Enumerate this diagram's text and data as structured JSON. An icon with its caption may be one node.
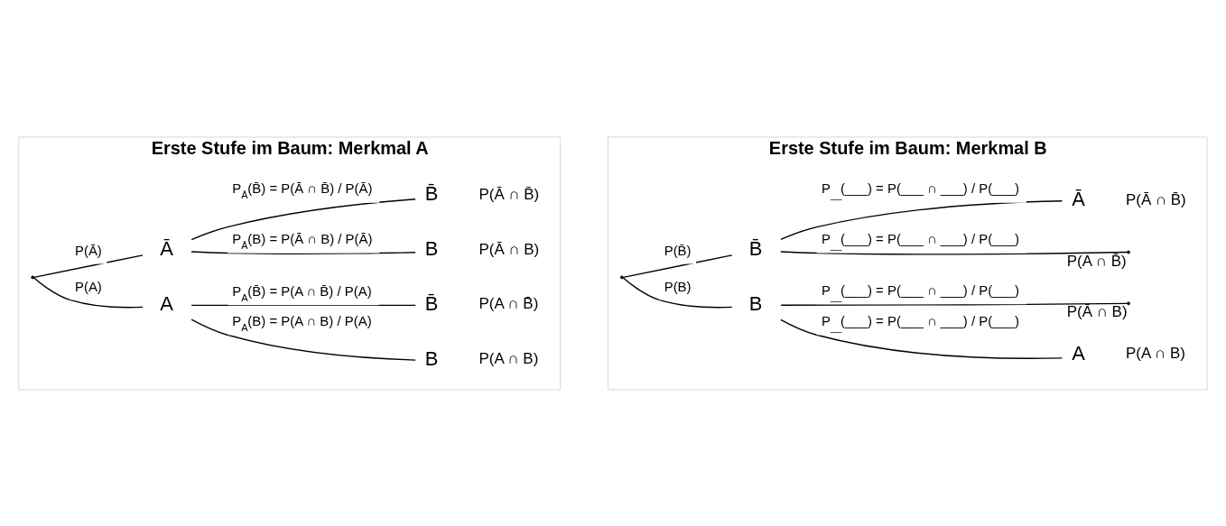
{
  "diagram": {
    "nodes": [
      {
        "text": [
          "Erste Stufe im Baum: Merkmal A"
        ]
      },
      {
        "text": [],
        "shape": "point",
        "in": 0
      },
      {
        "text": [
          "A"
        ],
        "in": 0
      },
      {
        "text": [
          "Ā"
        ],
        "in": 0
      },
      {
        "text": [
          "B"
        ],
        "beside": [
          "P(A ∩ B)"
        ],
        "in": 0
      },
      {
        "text": [
          "B̄"
        ],
        "beside": [
          "P(A ∩ B̄)"
        ],
        "in": 0
      },
      {
        "text": [
          "B"
        ],
        "beside": [
          "P(Ā ∩ B)"
        ],
        "in": 0
      },
      {
        "text": [
          "B̄"
        ],
        "beside": [
          "P(Ā ∩ B̄)"
        ],
        "in": 0
      },
      {
        "text": [
          "Erste Stufe im Baum: Merkmal B"
        ]
      },
      {
        "text": [],
        "shape": "point",
        "in": 8
      },
      {
        "text": [
          "B"
        ],
        "in": 8
      },
      {
        "text": [
          "B̄"
        ],
        "in": 8
      },
      {
        "text": [
          "A"
        ],
        "beside": [
          "P(A ∩ B)"
        ],
        "in": 8
      },
      {
        "text": [],
        "shape": "point",
        "beside": [
          "P(Ā ∩ B)"
        ],
        "in": 8
      },
      {
        "text": [],
        "shape": "point",
        "beside": [
          "P(A ∩ B̄)"
        ],
        "in": 8
      },
      {
        "text": [
          "Ā"
        ],
        "beside": [
          "P(Ā ∩ B̄)"
        ],
        "in": 8
      }
    ],
    "edges": [
      {
        "from": 1,
        "to": 2,
        "arrow": "none",
        "label": "P(A)"
      },
      {
        "from": 1,
        "to": 3,
        "arrow": "none",
        "label": "P(Ā)"
      },
      {
        "from": 2,
        "to": 4,
        "arrow": "none",
        "label": "P$_{A}$(B) = P(A ∩ B) / P(A)"
      },
      {
        "from": 2,
        "to": 5,
        "arrow": "none",
        "label": "P$_{A}$(B̄) = P(A ∩ B̄) / P(A)"
      },
      {
        "from": 3,
        "to": 6,
        "arrow": "none",
        "label": "P$_{Ā}$(B) = P(Ā ∩ B) / P(Ā)"
      },
      {
        "from": 3,
        "to": 7,
        "arrow": "none",
        "label": "P$_{Ā}$(B̄) = P(Ā ∩ B̄) / P(Ā)"
      },
      {
        "from": 9,
        "to": 10,
        "arrow": "none",
        "label": "P(B)"
      },
      {
        "from": 9,
        "to": 11,
        "arrow": "none",
        "label": "P(B̄)"
      },
      {
        "from": 10,
        "to": 12,
        "arrow": "none",
        "label": "P$_{__}$(___) = P(___ ∩ ___) / P(___)"
      },
      {
        "from": 10,
        "to": 13,
        "arrow": "none",
        "label": "P$_{__}$(___) = P(___ ∩ ___) / P(___)"
      },
      {
        "from": 11,
        "to": 14,
        "arrow": "none",
        "label": "P$_{__}$(___) = P(___ ∩ ___) / P(___)"
      },
      {
        "from": 11,
        "to": 15,
        "arrow": "none",
        "label": "P$_{__}$(___) = P(___ ∩ ___) / P(___)"
      }
    ]
  }
}
